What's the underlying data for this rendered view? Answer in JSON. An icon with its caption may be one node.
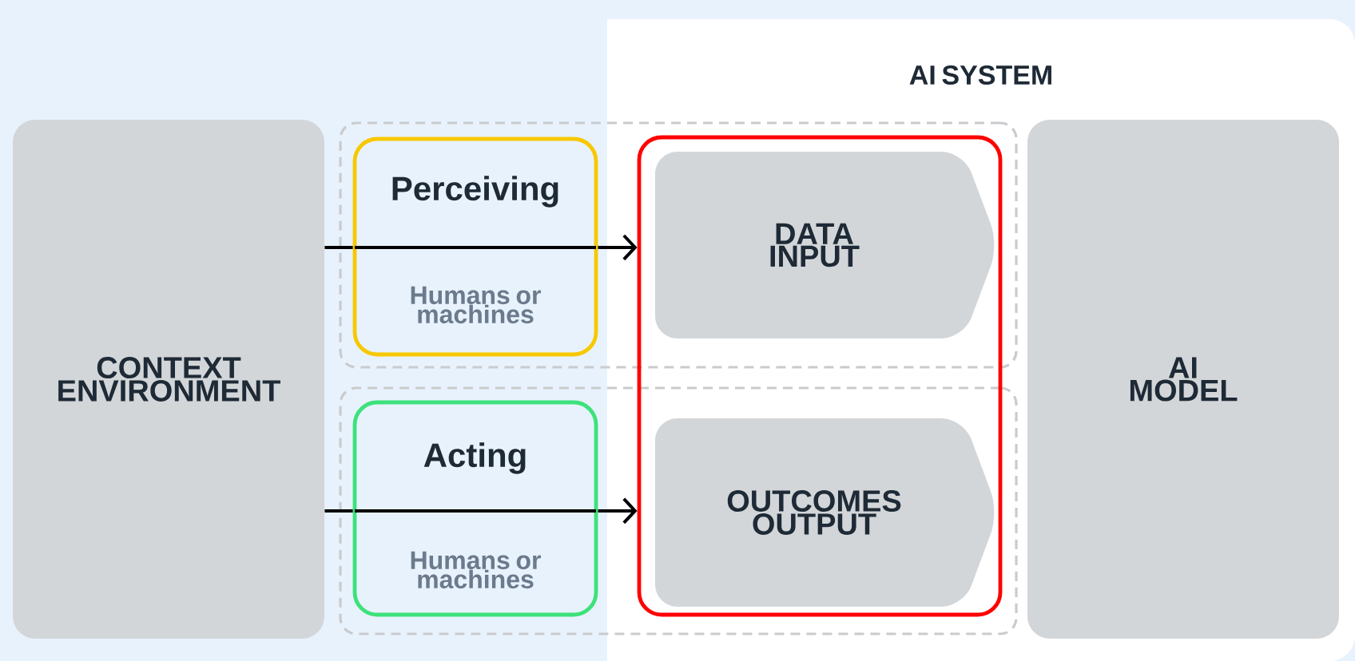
{
  "diagram": {
    "nodes": [
      {
        "text": [
          "CONTEXT ENVIRONMENT"
        ]
      },
      {
        "text": [
          "AI SYSTEM"
        ]
      },
      {
        "text": [],
        "shape": "box"
      },
      {
        "text": [
          "Perceiving",
          "Humans or machines"
        ],
        "in": 2
      },
      {
        "text": [],
        "shape": "box"
      },
      {
        "text": [
          "Acting",
          "Humans or machines"
        ],
        "in": 4
      },
      {
        "text": [],
        "shape": "box",
        "in": 1
      },
      {
        "text": [
          "DATA INPUT"
        ]
      },
      {
        "text": [
          "OUTCOMES OUTPUT"
        ]
      },
      {
        "text": [
          "AI MODEL"
        ],
        "in": 1
      }
    ],
    "edges": [
      {
        "from": 0,
        "to": 3,
        "arrow": "none"
      },
      {
        "from": 3,
        "to": 6,
        "arrow": "to"
      },
      {
        "from": 0,
        "to": 5,
        "arrow": "none"
      },
      {
        "from": 5,
        "to": 6,
        "arrow": "to"
      }
    ]
  }
}
